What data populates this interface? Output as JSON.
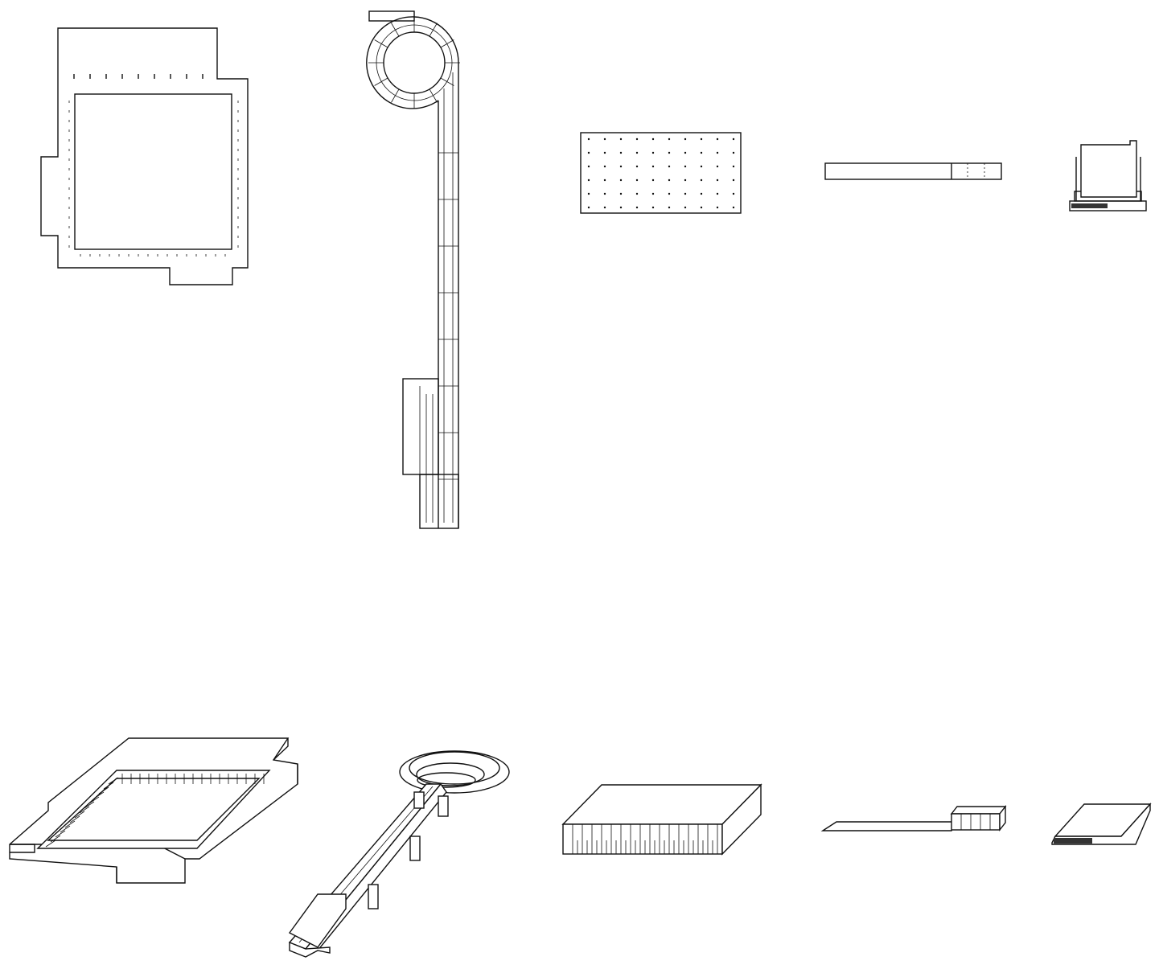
{
  "drawing": {
    "line_color": "#111111",
    "background": "#ffffff",
    "plan_views": [
      "frame-plan",
      "spiral-slide-plan",
      "dotted-panel-plan",
      "bar-plan",
      "small-block-plan"
    ],
    "axonometric_views": [
      "frame-axon",
      "spiral-slide-axon",
      "panel-axon",
      "bar-axon",
      "small-block-axon"
    ]
  }
}
